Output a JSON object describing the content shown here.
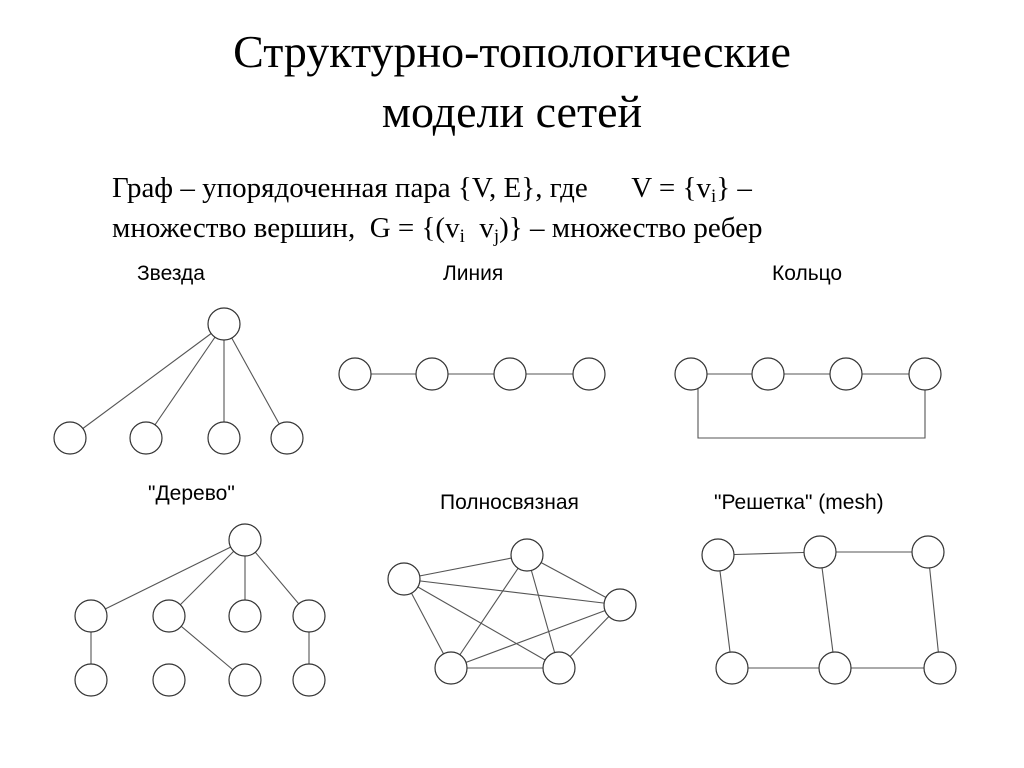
{
  "title": {
    "line1": "Структурно-топологические",
    "line2": "модели сетей"
  },
  "definition": {
    "part1": "Граф – упорядоченная пара {V, E}, где      V = {v",
    "sub_i": "i",
    "part2": "} –",
    "part3": "множество вершин,  G = {(v",
    "sub_i2": "i",
    "space": "  v",
    "sub_j": "j",
    "part4": ")} – множество ребер"
  },
  "labels": {
    "star": "Звезда",
    "line": "Линия",
    "ring": "Кольцо",
    "tree": "\"Дерево\"",
    "full": "Полносвязная",
    "mesh": "\"Решетка\" (mesh)"
  }
}
